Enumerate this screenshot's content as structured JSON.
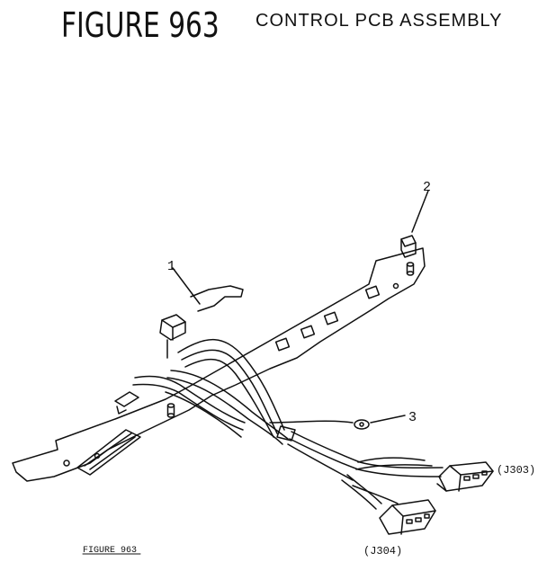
{
  "header": {
    "title": "FIGURE 963",
    "subtitle": "CONTROL PCB ASSEMBLY"
  },
  "callouts": {
    "part_1": "1",
    "part_2": "2",
    "part_3": "3"
  },
  "connectors": {
    "j303": "(J303)",
    "j304": "(J304)"
  },
  "footer": {
    "figure_ref": "FIGURE 963"
  }
}
